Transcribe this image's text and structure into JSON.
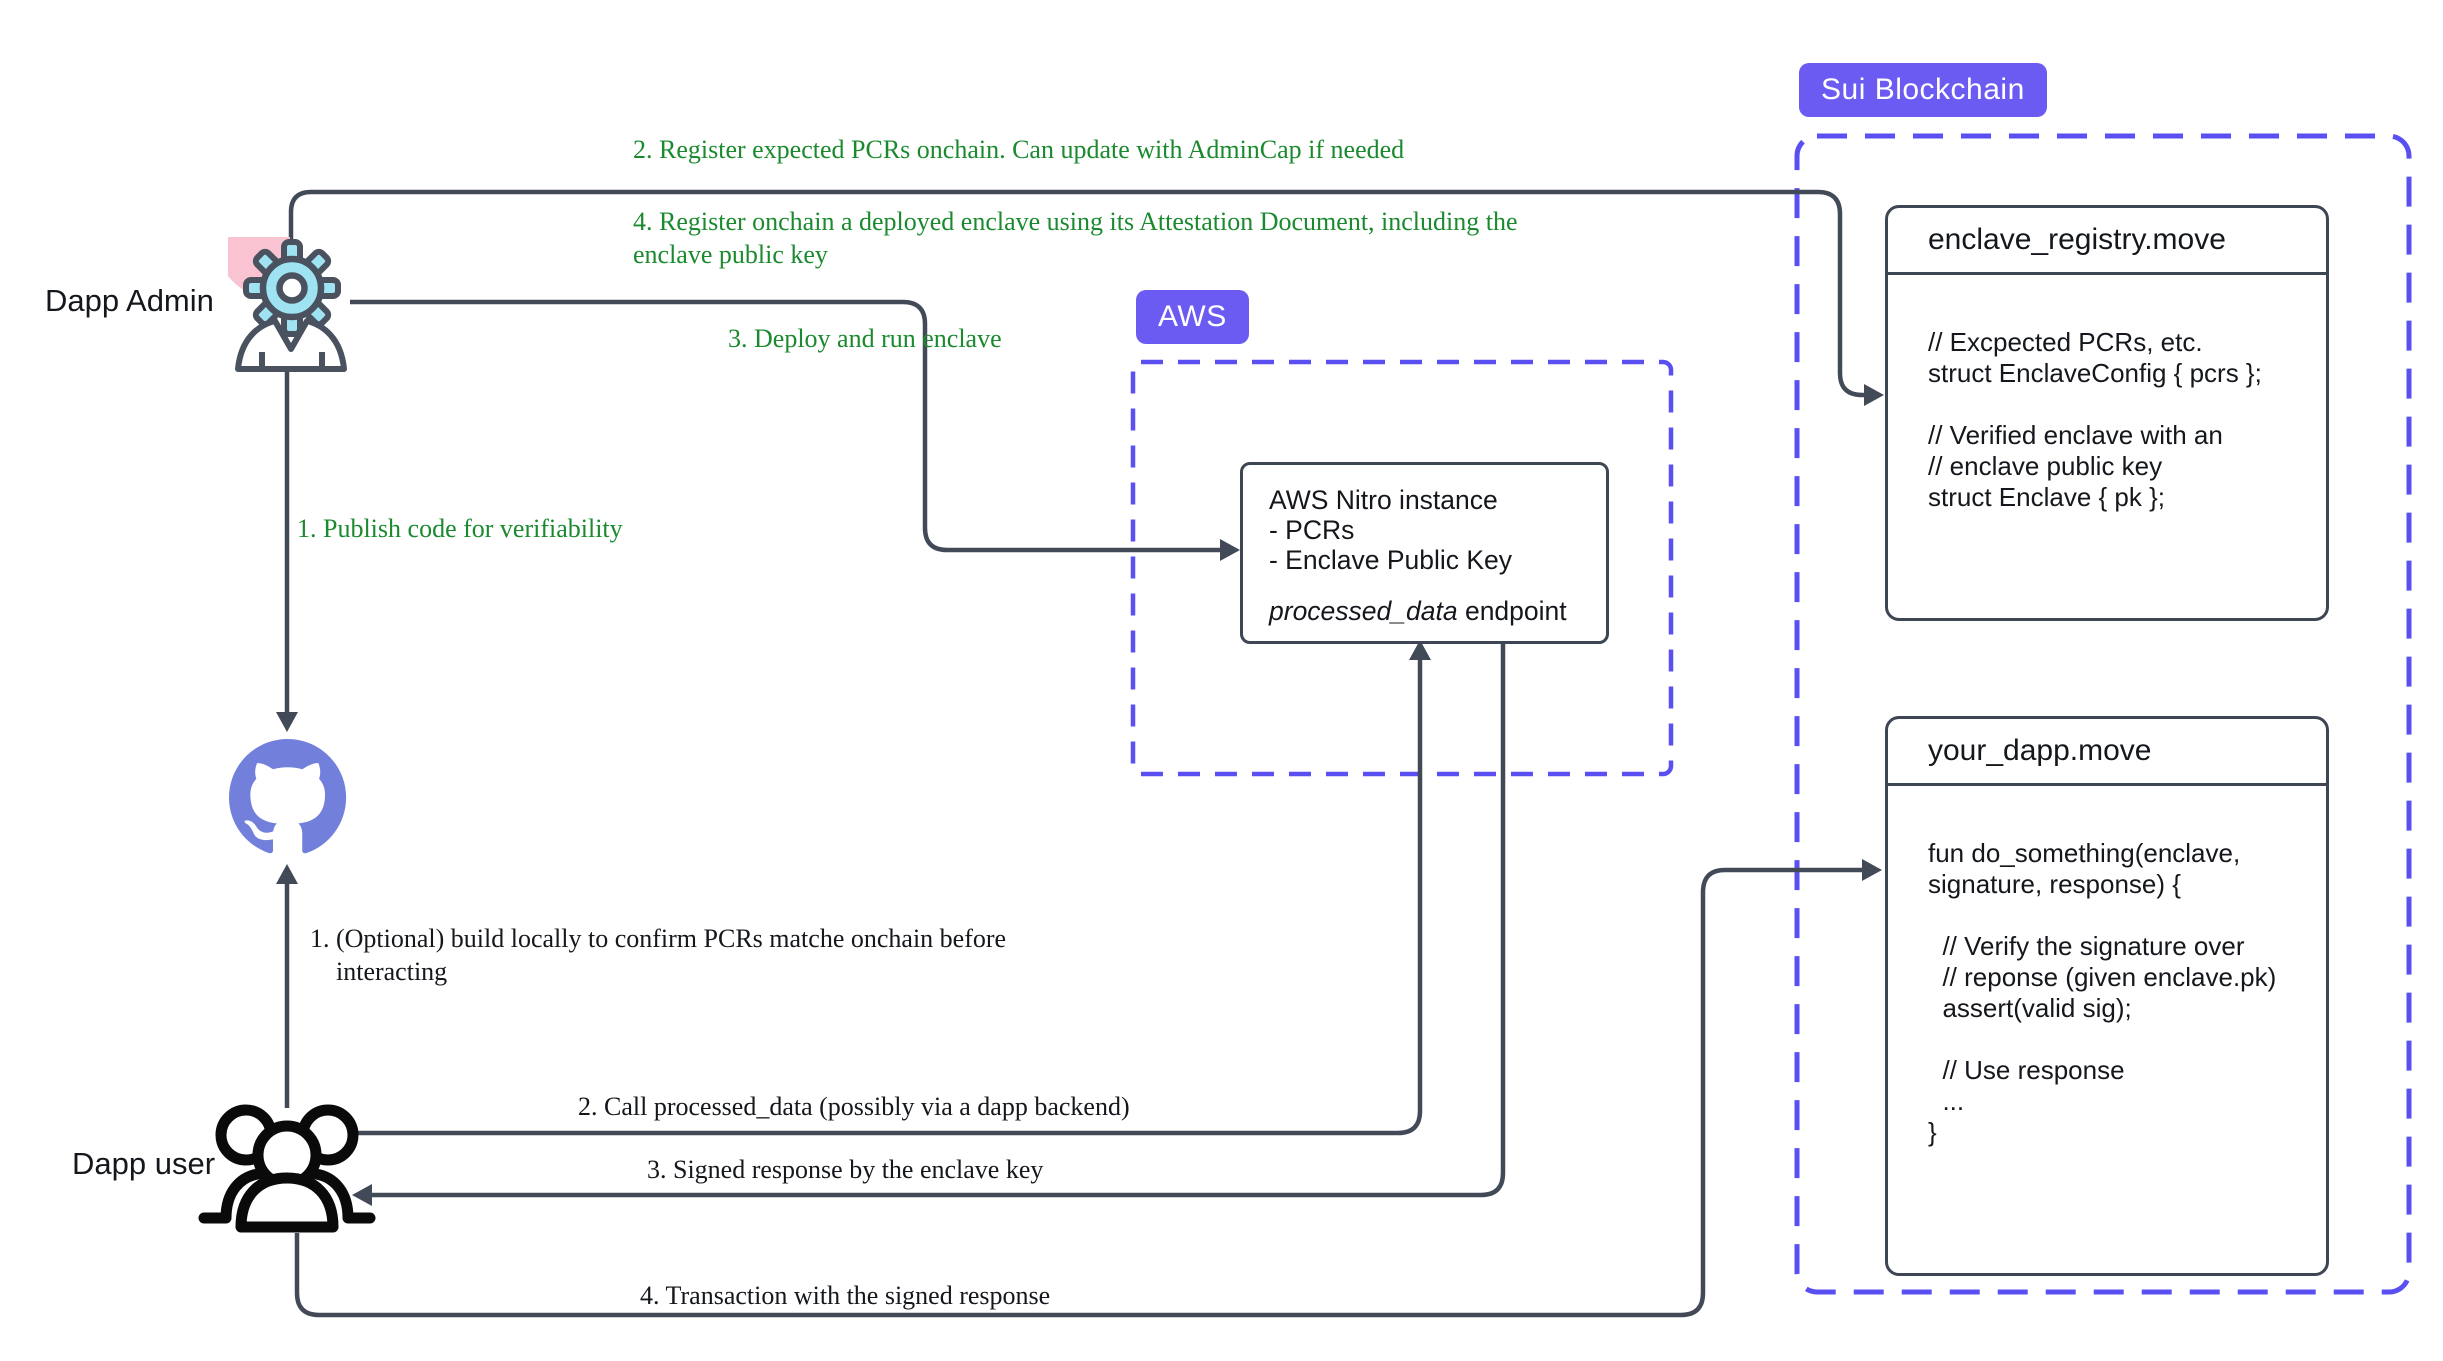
{
  "colors": {
    "accent_indigo": "#6C5BF2",
    "dashed_border": "#5A4FF0",
    "wire_gray": "#424A57",
    "annotation_green": "#1B8A2F",
    "annotation_black": "#14171c",
    "github_purple": "#7380DB",
    "gear_cyan": "#9FE3F2",
    "admin_pink": "#F9C3D1"
  },
  "badges": {
    "sui": "Sui Blockchain",
    "aws": "AWS"
  },
  "actors": {
    "admin_label": "Dapp Admin",
    "user_label": "Dapp user"
  },
  "steps": {
    "admin_1": "1. Publish code for verifiability",
    "admin_2": "2. Register expected PCRs onchain. Can update with AdminCap if needed",
    "admin_3": "3. Deploy and run enclave",
    "admin_4": "4. Register onchain a deployed enclave using its Attestation Document, including the\nenclave public key",
    "user_1": "1. (Optional) build locally to confirm PCRs matche onchain before\n    interacting",
    "user_2": "2. Call processed_data (possibly via a dapp backend)",
    "user_3": "3. Signed response by the enclave key",
    "user_4": "4. Transaction with the signed response"
  },
  "boxes": {
    "nitro": {
      "body": "AWS Nitro instance\n- PCRs\n- Enclave Public Key",
      "endpoint_name": "processed_data",
      "endpoint_suffix": " endpoint"
    },
    "registry": {
      "title": "enclave_registry.move",
      "code": "// Excpected PCRs, etc.\nstruct EnclaveConfig { pcrs };\n\n// Verified enclave with an\n// enclave public key\nstruct Enclave { pk };"
    },
    "dapp": {
      "title": "your_dapp.move",
      "code": "fun do_something(enclave,\nsignature, response) {\n\n  // Verify the signature over\n  // reponse (given enclave.pk)\n  assert(valid sig);\n\n  // Use response\n  ...\n}"
    }
  }
}
